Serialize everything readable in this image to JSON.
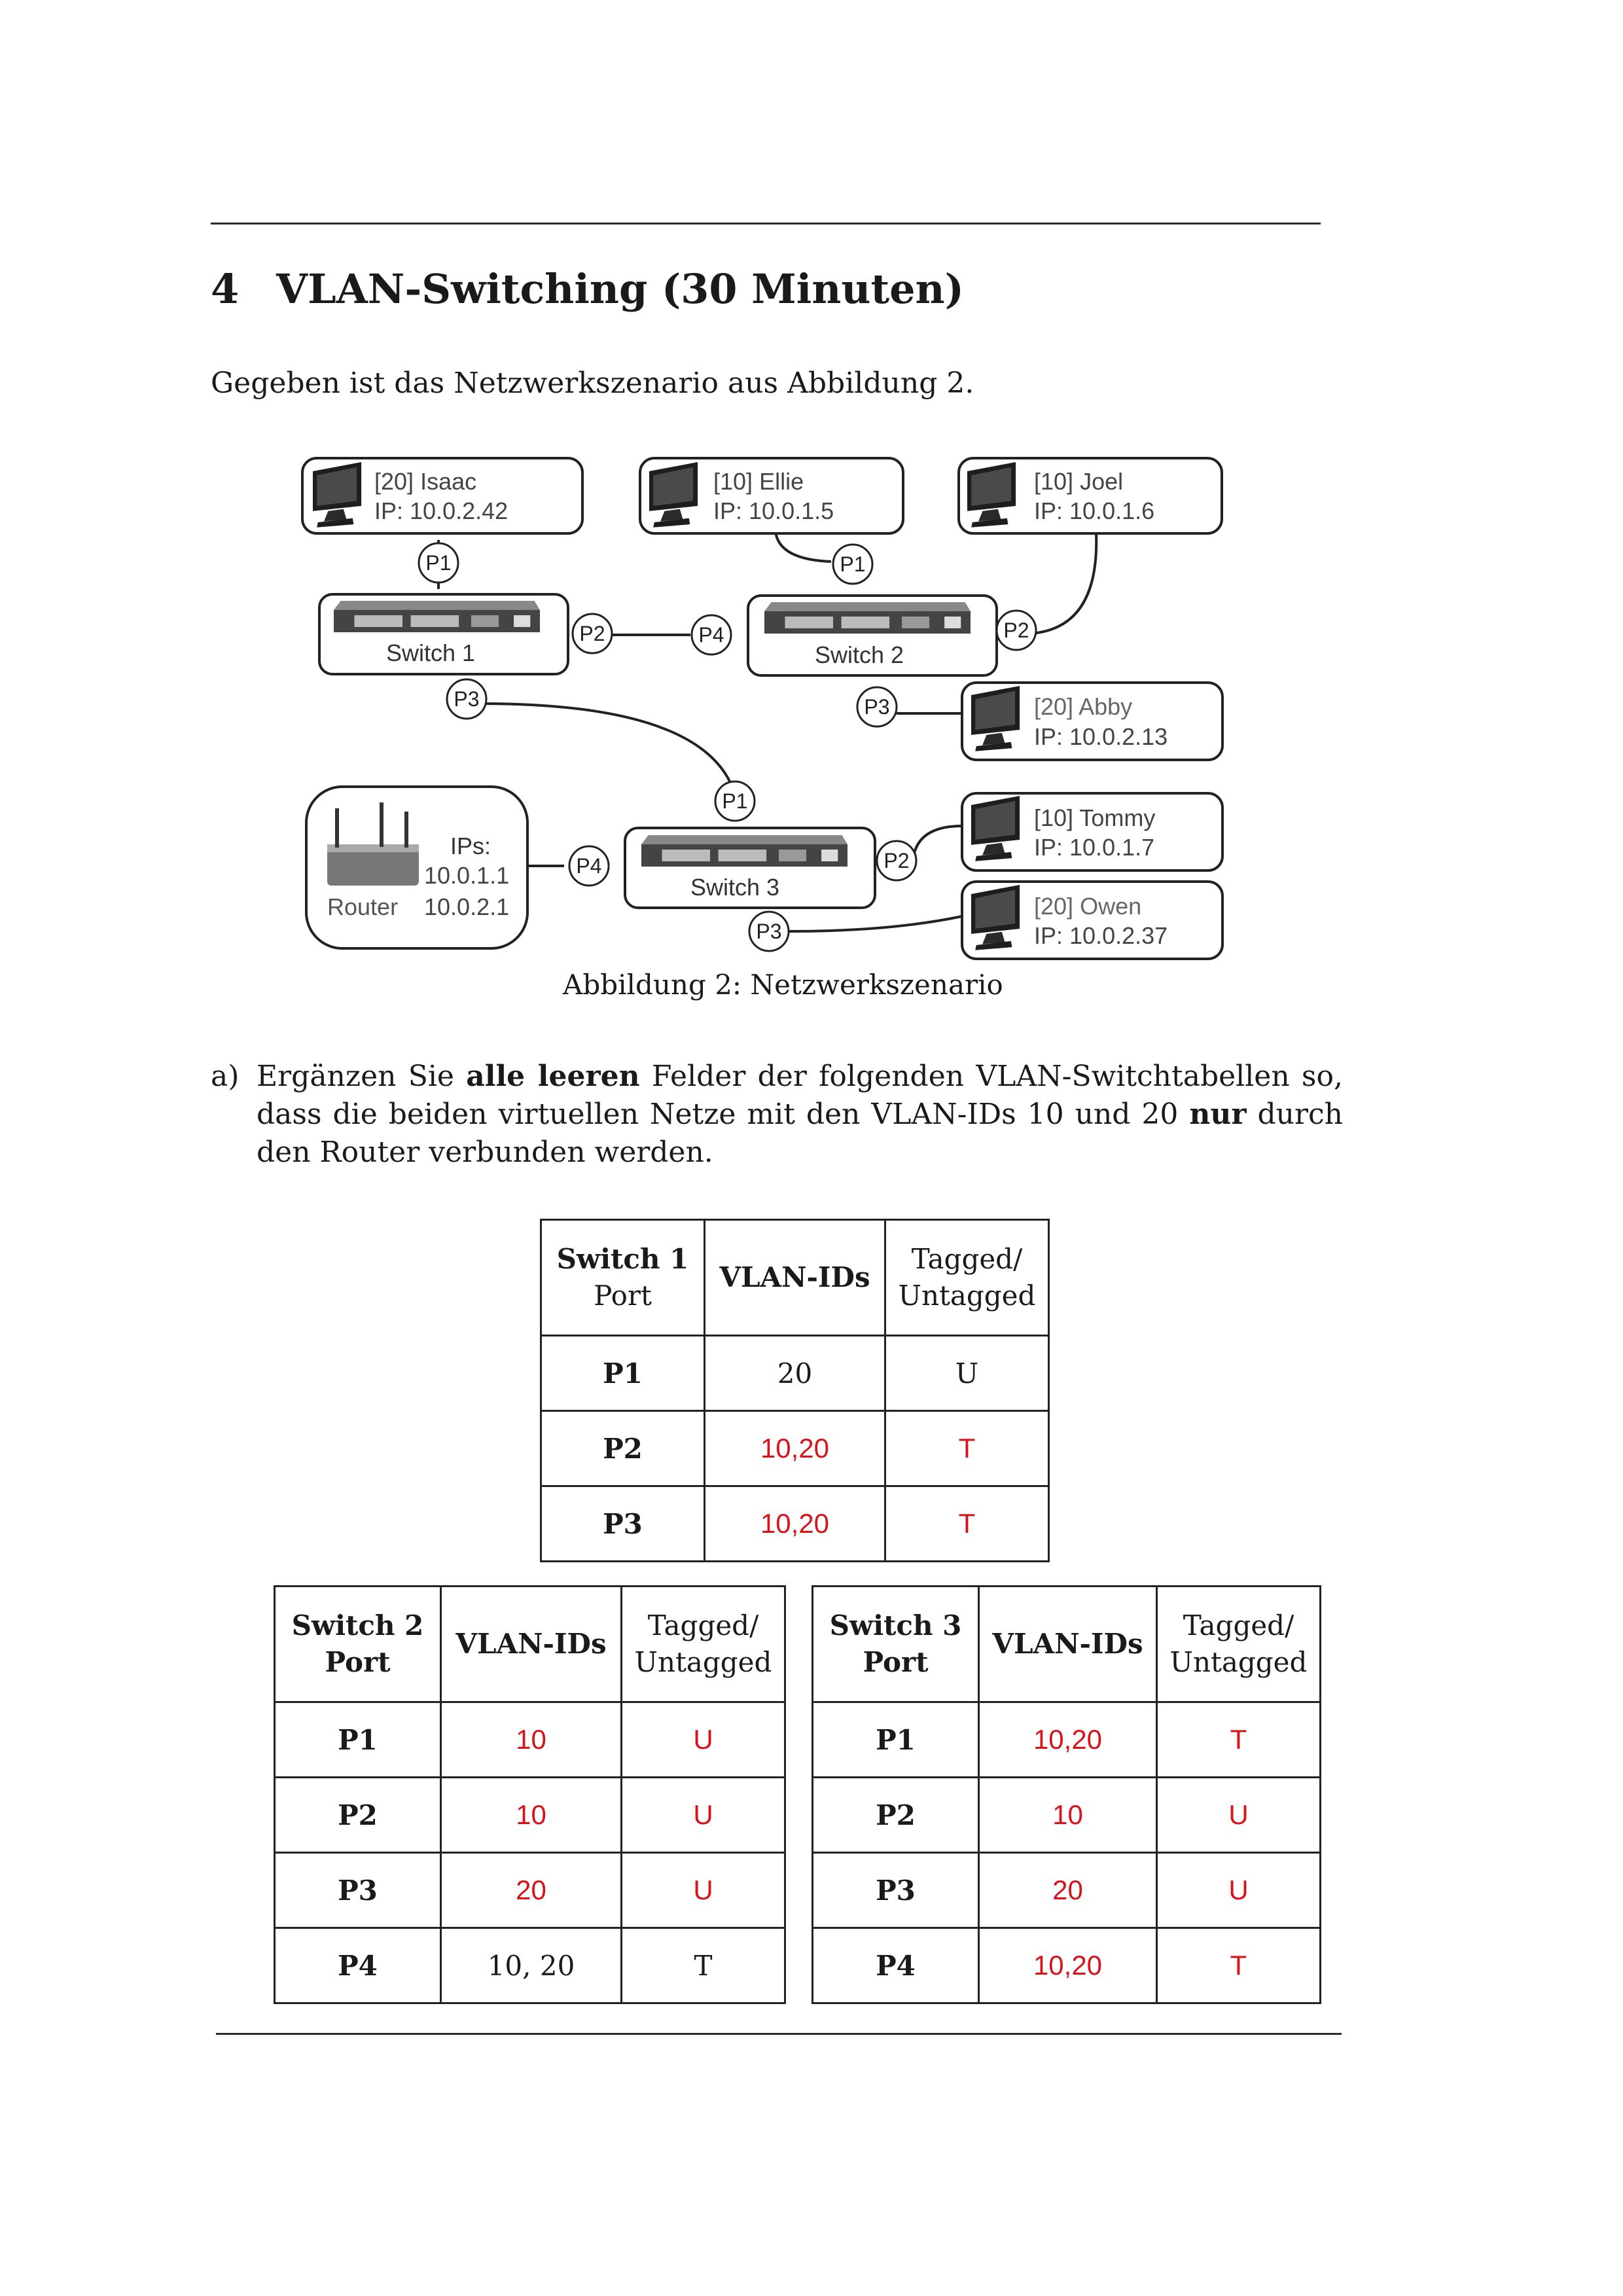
{
  "section": {
    "number": "4",
    "title": "VLAN-Switching (30 Minuten)"
  },
  "intro": "Gegeben ist das Netzwerkszenario aus Abbildung 2.",
  "diagram": {
    "hosts": [
      {
        "id": "isaac",
        "vlan": "[20]",
        "name": "Isaac",
        "ip": "IP: 10.0.2.42"
      },
      {
        "id": "ellie",
        "vlan": "[10]",
        "name": "Ellie",
        "ip": "IP: 10.0.1.5"
      },
      {
        "id": "joel",
        "vlan": "[10]",
        "name": "Joel",
        "ip": "IP: 10.0.1.6"
      },
      {
        "id": "abby",
        "vlan": "[20]",
        "name": "Abby",
        "ip": "IP: 10.0.2.13"
      },
      {
        "id": "tommy",
        "vlan": "[10]",
        "name": "Tommy",
        "ip": "IP: 10.0.1.7"
      },
      {
        "id": "owen",
        "vlan": "[20]",
        "name": "Owen",
        "ip": "IP: 10.0.2.37"
      }
    ],
    "switches": [
      "Switch 1",
      "Switch 2",
      "Switch 3"
    ],
    "router": {
      "label": "Router",
      "ips_label": "IPs:",
      "ip1": "10.0.1.1",
      "ip2": "10.0.2.1"
    },
    "ports": [
      "P1",
      "P2",
      "P3",
      "P4"
    ],
    "caption": "Abbildung 2: Netzwerkszenario"
  },
  "task": {
    "label": "a)",
    "text_1": "Ergänzen Sie ",
    "bold_1": "alle leeren",
    "text_2": " Felder der folgenden VLAN-Switchtabellen so, dass die beiden virtuellen Netze mit den VLAN-IDs 10 und 20 ",
    "bold_2": "nur",
    "text_3": " durch den Router verbunden werden."
  },
  "tables": {
    "switch1": {
      "h_switch": "Switch 1",
      "h_port": "Port",
      "h_vlan": "VLAN-IDs",
      "h_tag_1": "Tagged/",
      "h_tag_2": "Untagged",
      "rows": [
        {
          "port": "P1",
          "vlan": "20",
          "tag": "U"
        },
        {
          "port": "P2",
          "vlan": "10,20",
          "tag": "T"
        },
        {
          "port": "P3",
          "vlan": "10,20",
          "tag": "T"
        }
      ]
    },
    "switch2": {
      "h_switch": "Switch 2",
      "h_port": "Port",
      "h_vlan": "VLAN-IDs",
      "h_tag_1": "Tagged/",
      "h_tag_2": "Untagged",
      "rows": [
        {
          "port": "P1",
          "vlan": "10",
          "tag": "U"
        },
        {
          "port": "P2",
          "vlan": "10",
          "tag": "U"
        },
        {
          "port": "P3",
          "vlan": "20",
          "tag": "U"
        },
        {
          "port": "P4",
          "vlan": "10, 20",
          "tag": "T"
        }
      ]
    },
    "switch3": {
      "h_switch": "Switch 3",
      "h_port": "Port",
      "h_vlan": "VLAN-IDs",
      "h_tag_1": "Tagged/",
      "h_tag_2": "Untagged",
      "rows": [
        {
          "port": "P1",
          "vlan": "10,20",
          "tag": "T"
        },
        {
          "port": "P2",
          "vlan": "10",
          "tag": "U"
        },
        {
          "port": "P3",
          "vlan": "20",
          "tag": "U"
        },
        {
          "port": "P4",
          "vlan": "10,20",
          "tag": "T"
        }
      ]
    }
  },
  "colors": {
    "handwritten_answer": "#d8141b",
    "text": "#1a1a1a",
    "diagram_line": "#222222"
  }
}
